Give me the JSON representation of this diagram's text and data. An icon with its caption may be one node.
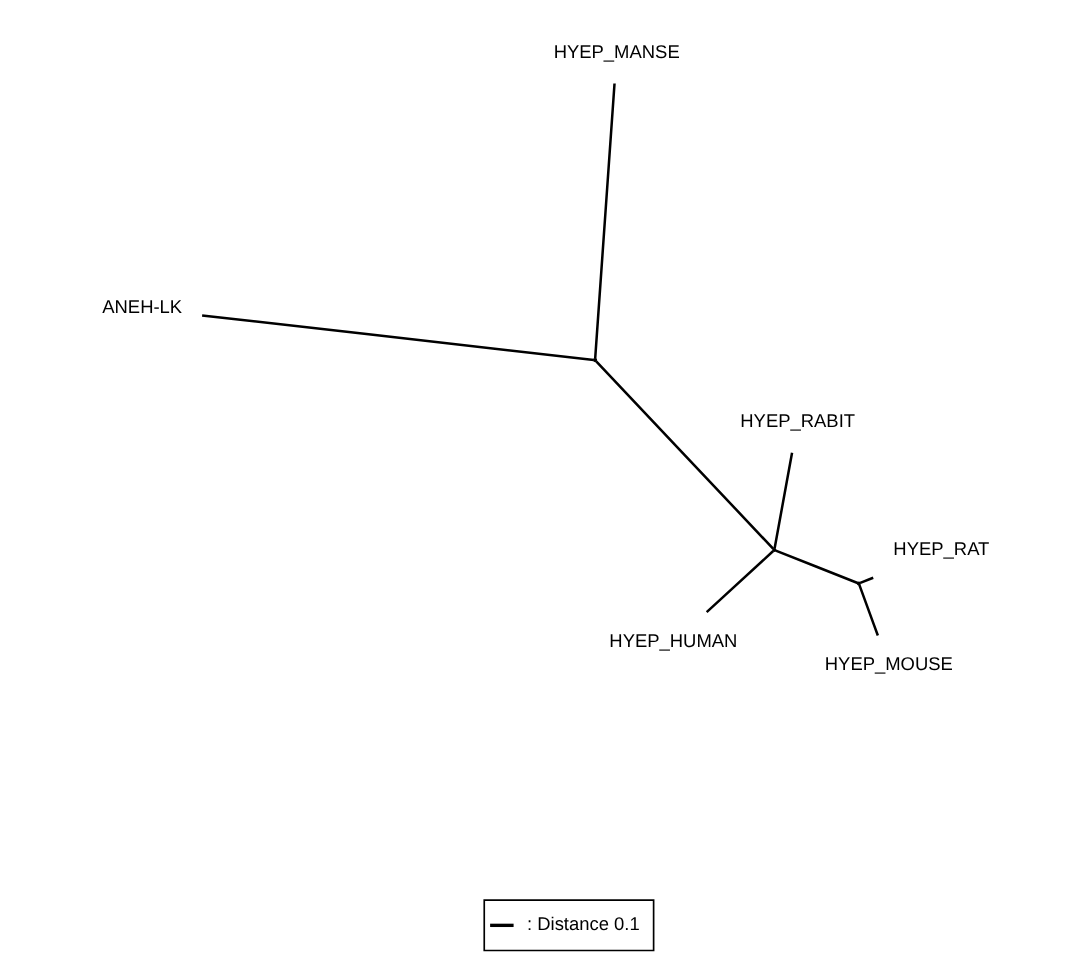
{
  "diagram": {
    "nodes": [
      {
        "text": [
          "ANEH-LK"
        ]
      },
      {
        "text": [
          "HYEP_MANSE"
        ]
      },
      {
        "text": [
          "HYEP_MOUSE"
        ]
      },
      {
        "text": [
          "HYEP_RABIT"
        ]
      },
      {
        "text": [
          "HYEP_RAT"
        ]
      },
      {
        "text": [
          "HYEP_HUMAN"
        ]
      },
      {
        "text": [],
        "shape": "point"
      },
      {
        "text": [],
        "shape": "point"
      },
      {
        "text": [],
        "shape": "point"
      }
    ],
    "edges": [
      {
        "from": 6,
        "to": 0,
        "arrow": "none"
      },
      {
        "from": 6,
        "to": 1,
        "arrow": "none"
      },
      {
        "from": 6,
        "to": 7,
        "arrow": "none"
      },
      {
        "from": 7,
        "to": 3,
        "arrow": "none"
      },
      {
        "from": 7,
        "to": 5,
        "arrow": "none"
      },
      {
        "from": 7,
        "to": 8,
        "arrow": "none"
      },
      {
        "from": 8,
        "to": 2,
        "arrow": "none"
      },
      {
        "from": 8,
        "to": 4,
        "arrow": "none"
      }
    ],
    "legend": [
      {
        "text": ": Distance 0.1"
      }
    ]
  }
}
